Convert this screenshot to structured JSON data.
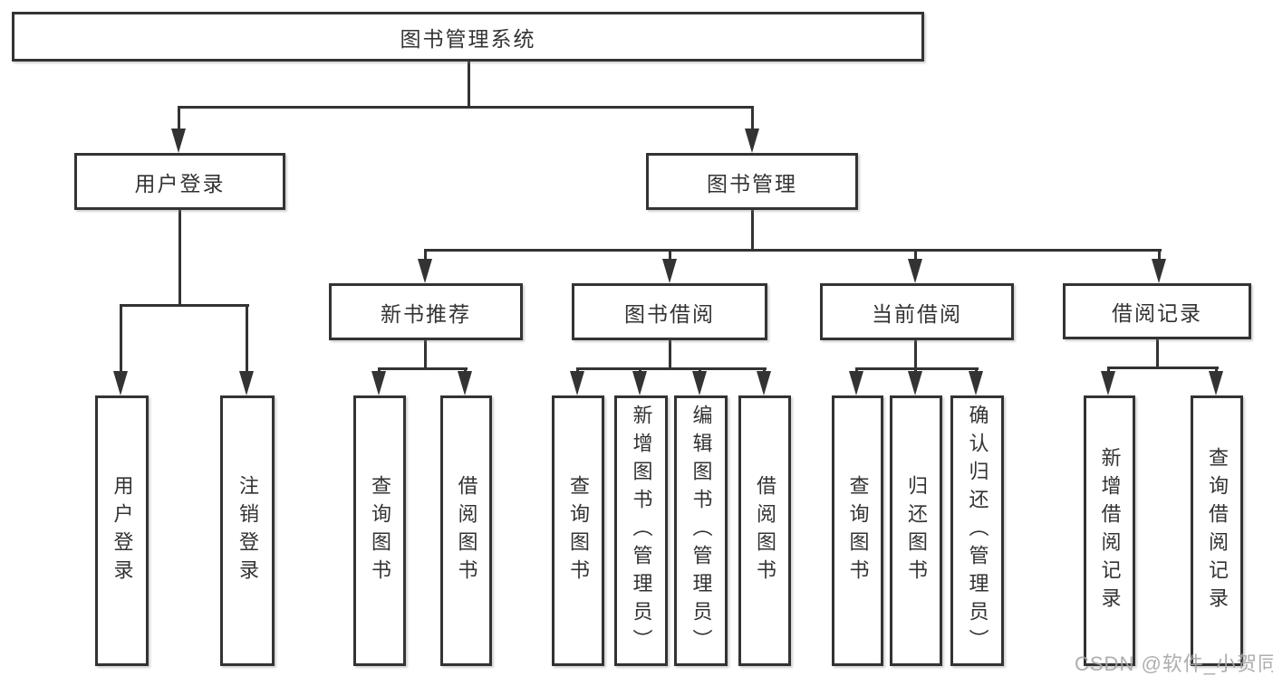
{
  "diagram": {
    "colors": {
      "line": "#333333",
      "text": "#333333",
      "background": "#ffffff",
      "watermark": "#a5a5a5"
    },
    "tree": {
      "root": {
        "label": "图书管理系统",
        "children": {
          "user_login": {
            "label": "用户登录",
            "children": {
              "login": {
                "label": "用户登录"
              },
              "logout": {
                "label": "注销登录"
              }
            }
          },
          "book_mgmt": {
            "label": "图书管理",
            "children": {
              "new_book_rec": {
                "label": "新书推荐",
                "children": {
                  "query_book": {
                    "label": "查询图书"
                  },
                  "borrow_book": {
                    "label": "借阅图书"
                  }
                }
              },
              "book_borrow": {
                "label": "图书借阅",
                "children": {
                  "query_book": {
                    "label": "查询图书"
                  },
                  "add_book": {
                    "label": "新增图书（管理员）"
                  },
                  "edit_book": {
                    "label": "编辑图书（管理员）"
                  },
                  "borrow_book": {
                    "label": "借阅图书"
                  }
                }
              },
              "current_borrow": {
                "label": "当前借阅",
                "children": {
                  "query_book": {
                    "label": "查询图书"
                  },
                  "return_book": {
                    "label": "归还图书"
                  },
                  "confirm_return": {
                    "label": "确认归还（管理员）"
                  }
                }
              },
              "borrow_record": {
                "label": "借阅记录",
                "children": {
                  "add_record": {
                    "label": "新增借阅记录"
                  },
                  "query_record": {
                    "label": "查询借阅记录"
                  }
                }
              }
            }
          }
        }
      }
    }
  },
  "watermark": {
    "text": "CSDN @软件_小贺同学"
  }
}
